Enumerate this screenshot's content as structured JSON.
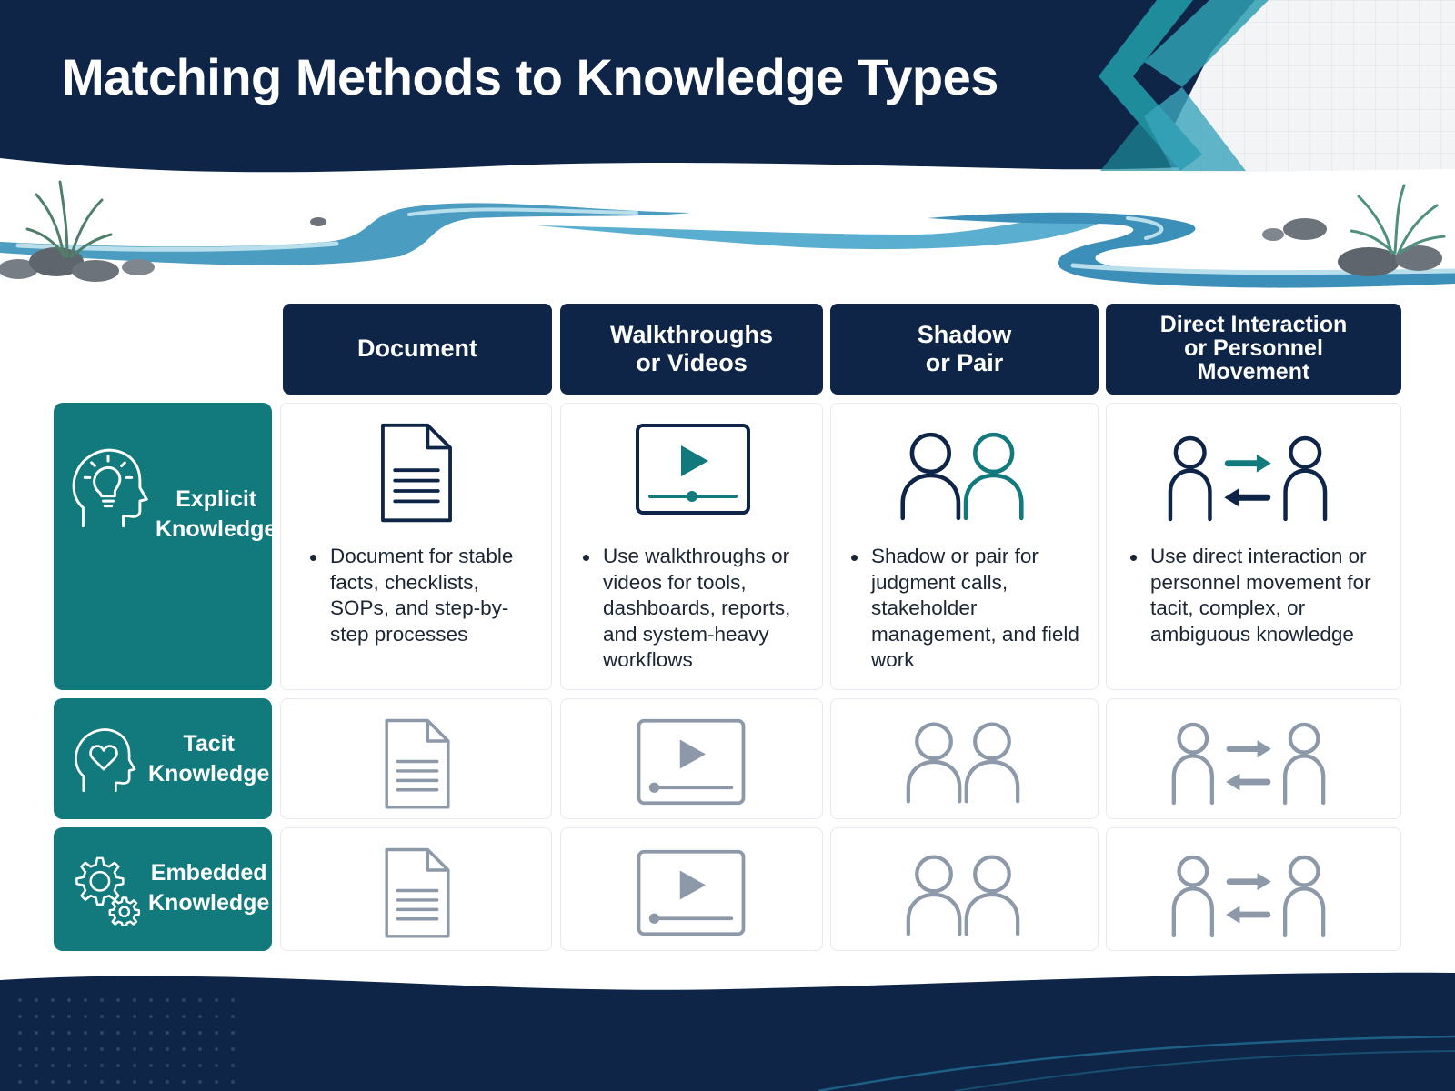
{
  "title": "Matching Methods to Knowledge Types",
  "columns": [
    {
      "label": "Document",
      "icon": "document-icon"
    },
    {
      "label": "Walkthroughs\nor Videos",
      "icon": "video-player-icon"
    },
    {
      "label": "Shadow\nor Pair",
      "icon": "two-people-icon"
    },
    {
      "label": "Direct Interaction\nor Personnel\nMovement",
      "icon": "people-exchange-icon"
    }
  ],
  "rows": [
    {
      "label": "Explicit\nKnowledge",
      "icon": "head-lightbulb-icon"
    },
    {
      "label": "Tacit\nKnowledge",
      "icon": "head-heart-icon"
    },
    {
      "label": "Embedded\nKnowledge",
      "icon": "gears-icon"
    }
  ],
  "explicit_bullets": [
    "Document for stable facts, checklists, SOPs, and step-by-step processes",
    "Use walkthroughs or videos for tools, dashboards, reports, and system-heavy workflows",
    "Shadow or pair for judgment calls, stakeholder management, and field work",
    "Use direct interaction or personnel movement for tacit, complex, or ambiguous knowledge"
  ],
  "colors": {
    "navy": "#0f2547",
    "teal": "#127a7d",
    "icon_dark": "#0f2547",
    "icon_muted": "#8d99a8",
    "water": "#4a9cc0"
  }
}
